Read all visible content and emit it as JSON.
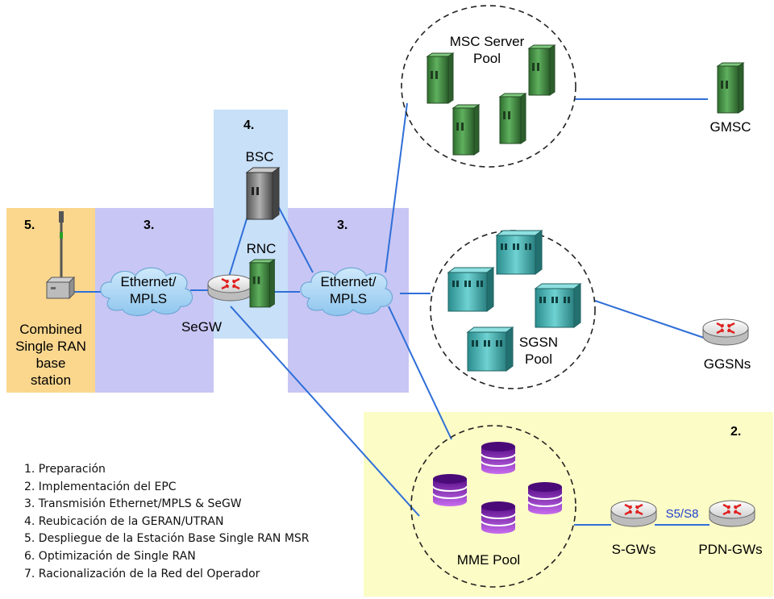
{
  "regions": {
    "r5": "5.",
    "r3_left": "3.",
    "r4": "4.",
    "r3_right": "3.",
    "r2": "2."
  },
  "nodes": {
    "combined_bs": [
      "Combined",
      "Single RAN",
      "base",
      "station"
    ],
    "ethernet_left": [
      "Ethernet/",
      "MPLS"
    ],
    "ethernet_right": [
      "Ethernet/",
      "MPLS"
    ],
    "segw": "SeGW",
    "bsc": "BSC",
    "rnc": "RNC",
    "msc_pool": [
      "MSC Server",
      "Pool"
    ],
    "gmsc": "GMSC",
    "sgsn_pool": [
      "SGSN",
      "Pool"
    ],
    "ggsns": "GGSNs",
    "mme_pool": "MME Pool",
    "sgws": "S-GWs",
    "pdngws": "PDN-GWs",
    "s5s8": "S5/S8"
  },
  "steps": [
    "1. Preparación",
    "2. Implementación del EPC",
    "3. Transmisión Ethernet/MPLS & SeGW",
    "4. Reubicación de la GERAN/UTRAN",
    "5. Despliegue de la Estación Base Single RAN MSR",
    "6. Optimización de Single RAN",
    "7. Racionalización de la Red del Operador"
  ],
  "colors": {
    "region_orange": "#fbd78e",
    "region_purple": "#c8c6f4",
    "region_blue": "#c8e0f8",
    "region_yellow": "#fcfcc6",
    "link": "#2f6fd8",
    "msc_green": "#4c9a4c",
    "sgsn_teal": "#3aa6a6",
    "mme_purple": "#9a2bd0",
    "bsc_gray": "#888888",
    "router_red": "#e83030"
  }
}
